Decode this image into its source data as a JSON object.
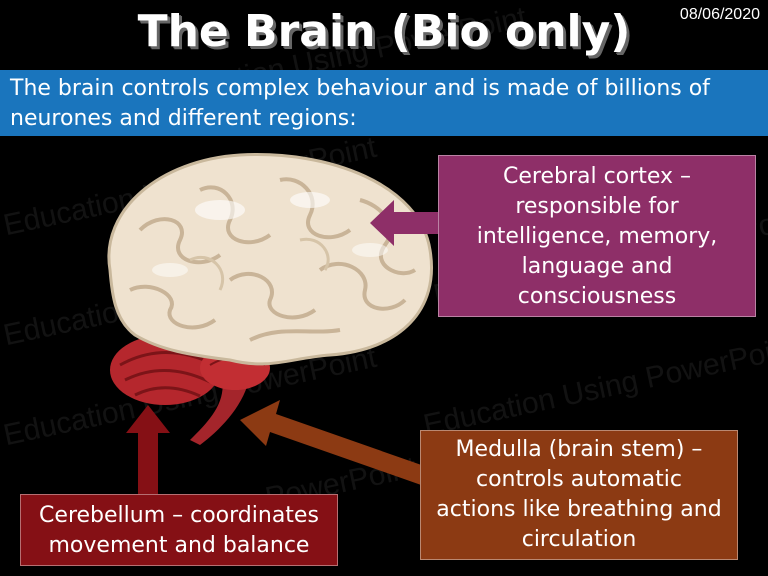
{
  "slide": {
    "title": "The Brain (Bio only)",
    "date": "08/06/2020",
    "intro": "The brain controls complex behaviour and is made of billions of neurones and different regions:",
    "watermark": "Education Using PowerPoint"
  },
  "labels": {
    "cortex": "Cerebral cortex – responsible for intelligence, memory, language and consciousness",
    "medulla": "Medulla (brain stem) – controls automatic actions like breathing and circulation",
    "cerebellum": "Cerebellum – coordinates movement and balance"
  },
  "colors": {
    "intro_bar": "#1a75bd",
    "cortex_box": "#8e2f68",
    "medulla_box": "#8c3a13",
    "cerebellum_box": "#851015"
  },
  "icons": {
    "brain": "brain-illustration",
    "arrow": "arrow-icon"
  }
}
